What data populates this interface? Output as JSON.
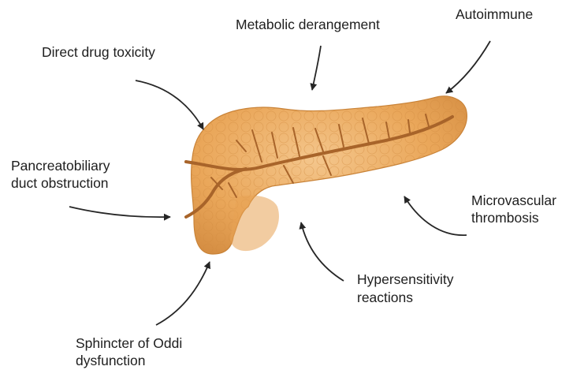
{
  "labels": {
    "direct_drug_toxicity": "Direct drug toxicity",
    "metabolic_derangement": "Metabolic derangement",
    "autoimmune": "Autoimmune",
    "pancreatobiliary_line1": "Pancreatobiliary",
    "pancreatobiliary_line2": "duct obstruction",
    "microvascular_line1": "Microvascular",
    "microvascular_line2": "thrombosis",
    "hypersensitivity_line1": "Hypersensitivity",
    "hypersensitivity_line2": "reactions",
    "sphincter_line1": "Sphincter of Oddi",
    "sphincter_line2": "dysfunction"
  },
  "colors": {
    "pancreas_fill": "#E9A75A",
    "pancreas_light": "#F2C185",
    "pancreas_shadow": "#D08A3E",
    "duct": "#A8642A",
    "arrow": "#262626",
    "text": "#1e1e1e"
  }
}
